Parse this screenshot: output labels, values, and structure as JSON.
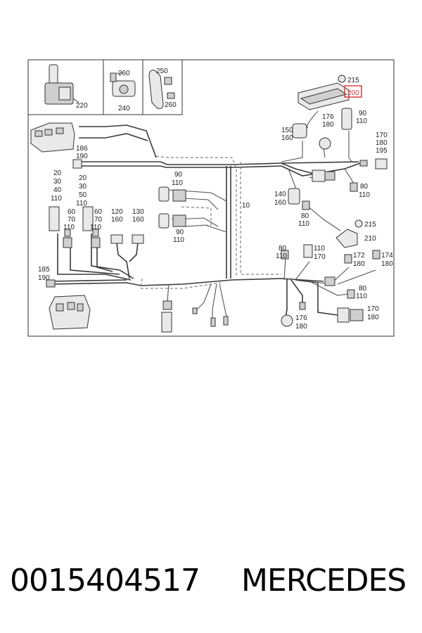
{
  "diagram": {
    "labels": {
      "l220": "220",
      "l260a": "260",
      "l240": "240",
      "l250": "250",
      "l260b": "260",
      "l215a": "215",
      "l200": "200",
      "l176a": "176",
      "l180a": "180",
      "l90a": "90",
      "l110a": "110",
      "l150": "150",
      "l160a": "160",
      "l170a": "170",
      "l180b": "180",
      "l195": "195",
      "l186": "186",
      "l190a": "190",
      "l20a": "20",
      "l30a": "30",
      "l40": "40",
      "l110b": "110",
      "l20b": "20",
      "l30b": "30",
      "l50": "50",
      "l110c": "110",
      "l90b": "90",
      "l110d": "110",
      "l140": "140",
      "l160b": "160",
      "l80a": "80",
      "l110e": "110",
      "l10": "10",
      "l80b": "80",
      "l110f": "110",
      "l60a": "60",
      "l70a": "70",
      "l110g": "110",
      "l60b": "60",
      "l70b": "70",
      "l110h": "110",
      "l120": "120",
      "l160c": "160",
      "l130": "130",
      "l160d": "160",
      "l90c": "90",
      "l110i": "110",
      "l215b": "215",
      "l210": "210",
      "l80c": "80",
      "l110j": "110",
      "l110k": "110",
      "l170b": "170",
      "l172": "172",
      "l180c": "180",
      "l174": "174",
      "l180d": "180",
      "l185": "185",
      "l190b": "190",
      "l80d": "80",
      "l110l": "110",
      "l170c": "170",
      "l180e": "180",
      "l176b": "176",
      "l180f": "180"
    },
    "highlight_color": "#e03030"
  },
  "caption": {
    "part_number": "0015404517",
    "brand": "MERCEDES"
  }
}
